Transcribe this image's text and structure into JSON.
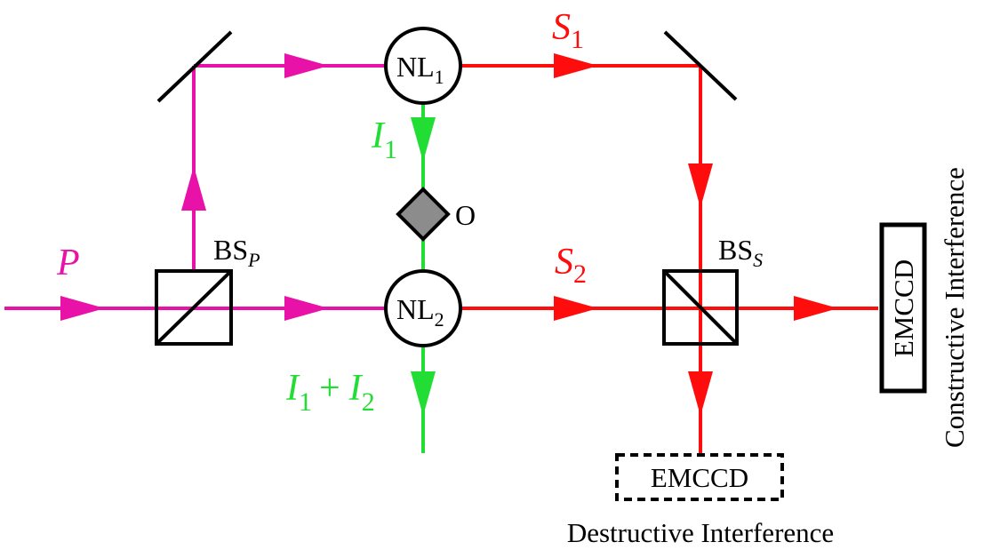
{
  "colors": {
    "pump": "#e812a8",
    "signal": "#ff0d0d",
    "idler": "#22dd33",
    "object_fill": "#8c8c8c",
    "ink": "#000000"
  },
  "labels": {
    "pump": "P",
    "bs_p_main": "BS",
    "bs_p_sub": "P",
    "nl1_main": "NL",
    "nl1_sub": "1",
    "nl2_main": "NL",
    "nl2_sub": "2",
    "s1_main": "S",
    "s1_sub": "1",
    "s2_main": "S",
    "s2_sub": "2",
    "i1_main": "I",
    "i1_sub": "1",
    "sum_a": "I",
    "sum_a_sub": "1",
    "sum_plus": "+",
    "sum_b": "I",
    "sum_b_sub": "2",
    "object": "O",
    "bs_s_main": "BS",
    "bs_s_sub": "S",
    "detector_right": "EMCCD",
    "detector_bottom": "EMCCD",
    "caption_constructive": "Constructive Interference",
    "caption_destructive": "Destructive Interference"
  },
  "icons": {
    "mirror_top_left": "mirror-icon",
    "mirror_top_right": "mirror-icon",
    "beam_splitter": "beam-splitter-cube-icon",
    "crystal": "nonlinear-crystal-icon",
    "object": "object-diamond-icon",
    "detector": "camera-detector-icon"
  }
}
